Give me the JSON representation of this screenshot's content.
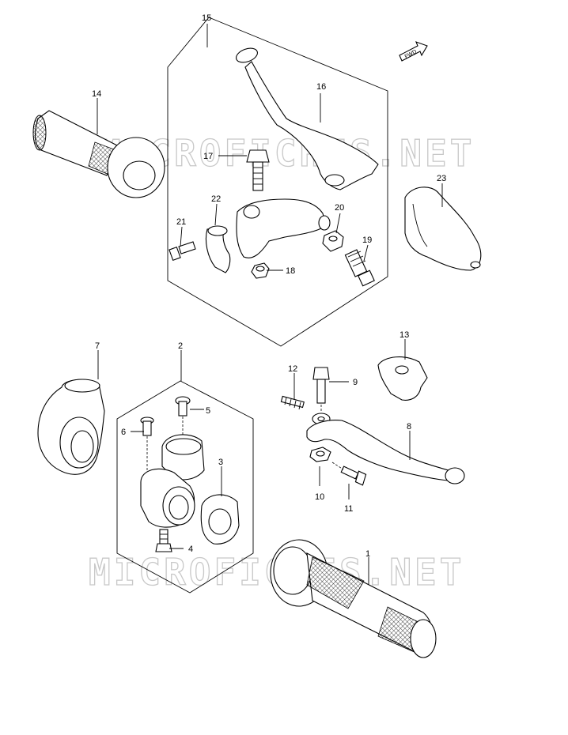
{
  "watermark": "MICROFICHES.NET",
  "direction_badge": "FWD",
  "callouts": [
    {
      "id": "c1",
      "text": "1"
    },
    {
      "id": "c2",
      "text": "2"
    },
    {
      "id": "c3",
      "text": "3"
    },
    {
      "id": "c4",
      "text": "4"
    },
    {
      "id": "c5",
      "text": "5"
    },
    {
      "id": "c6",
      "text": "6"
    },
    {
      "id": "c7",
      "text": "7"
    },
    {
      "id": "c8",
      "text": "8"
    },
    {
      "id": "c9",
      "text": "9"
    },
    {
      "id": "c10",
      "text": "10"
    },
    {
      "id": "c11",
      "text": "11"
    },
    {
      "id": "c12",
      "text": "12"
    },
    {
      "id": "c13",
      "text": "13"
    },
    {
      "id": "c14",
      "text": "14"
    },
    {
      "id": "c15",
      "text": "15"
    },
    {
      "id": "c16",
      "text": "16"
    },
    {
      "id": "c17",
      "text": "17"
    },
    {
      "id": "c18",
      "text": "18"
    },
    {
      "id": "c19",
      "text": "19"
    },
    {
      "id": "c20",
      "text": "20"
    },
    {
      "id": "c21",
      "text": "21"
    },
    {
      "id": "c22",
      "text": "22"
    },
    {
      "id": "c23",
      "text": "23"
    }
  ]
}
